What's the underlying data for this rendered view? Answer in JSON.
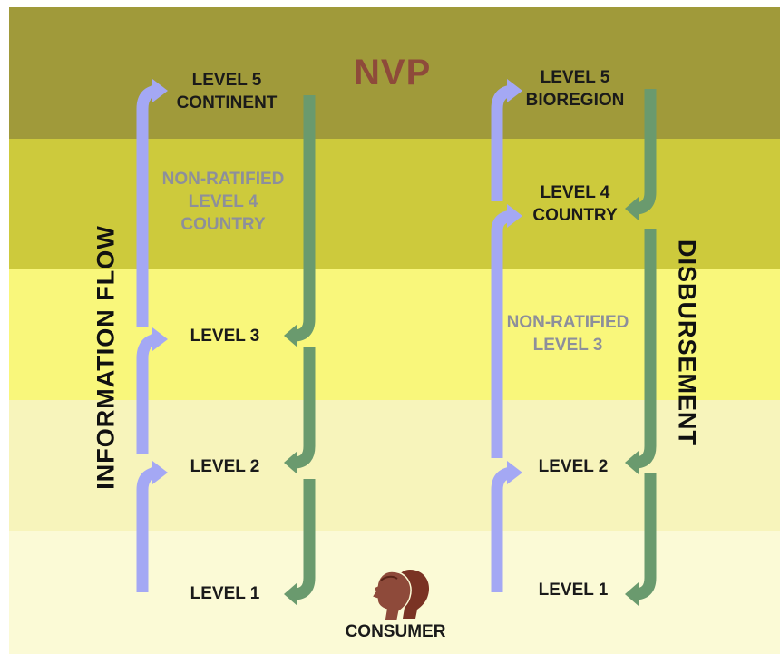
{
  "colors": {
    "bands": [
      "#a09a3a",
      "#cdca3c",
      "#f9f77b",
      "#f7f4bb",
      "#fbfad6"
    ],
    "info_arrow": "#a4a8f4",
    "disb_arrow": "#6a9a6e",
    "title": "#8e4a3a",
    "muted_text": "#8d8f9b"
  },
  "diagram": {
    "title": "NVP",
    "left_side_label": "INFORMATION FLOW",
    "right_side_label": "DISBURSEMENT",
    "left_column": {
      "level5": [
        "LEVEL 5",
        "CONTINENT"
      ],
      "non_ratified": [
        "NON-RATIFIED",
        "LEVEL 4",
        "COUNTRY"
      ],
      "level3": "LEVEL 3",
      "level2": "LEVEL 2",
      "level1": "LEVEL 1"
    },
    "right_column": {
      "level5": [
        "LEVEL 5",
        "BIOREGION"
      ],
      "level4": [
        "LEVEL 4",
        "COUNTRY"
      ],
      "non_ratified": [
        "NON-RATIFIED",
        "LEVEL 3"
      ],
      "level2": "LEVEL 2",
      "level1": "LEVEL 1"
    },
    "consumer_label": "CONSUMER",
    "consumer_icon": "two-faces-icon"
  }
}
